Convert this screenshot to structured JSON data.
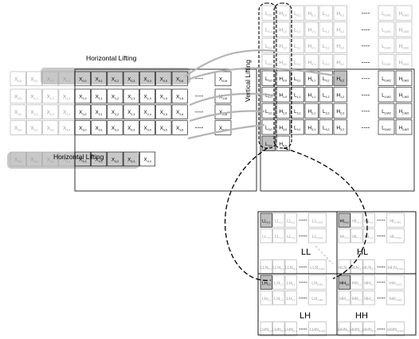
{
  "labels": {
    "horizontal_lifting_top": "Horizontal Lifting",
    "horizontal_lifting_bottom": "Horizontal Lifting",
    "vertical_lifting": "Vertical Lifting",
    "ll": "LL",
    "hl": "HL",
    "lh": "LH",
    "hh": "HH",
    "dashes": "----"
  },
  "input_grid": {
    "rows": [
      [
        "X0,0",
        "X0,1",
        "X0,2",
        "X0,3",
        "X0,0",
        "X0,1",
        "X0,2",
        "X0,3",
        "X0,4",
        "X0,5",
        "X0,6"
      ],
      [
        "X1,0",
        "X1,1",
        "X1,2",
        "X1,3",
        "X1,0",
        "X1,1",
        "X1,2",
        "X1,3",
        "X1,4",
        "X1,5",
        "X1,6"
      ],
      [
        "X2,0",
        "X2,1",
        "X2,2",
        "X2,3",
        "X2,0",
        "X2,1",
        "X2,2",
        "X2,3",
        "X2,4",
        "X2,5",
        "X2,6"
      ],
      [
        "X3,0",
        "X3,1",
        "X3,2",
        "X3,3",
        "X3,0",
        "X3,1",
        "X3,2",
        "X3,3",
        "X3,4",
        "X3,5",
        "X3,6"
      ],
      [
        "X4,0",
        "X4,1",
        "X4,2",
        "X4,3",
        "X4,0",
        "X4,1",
        "X4,2",
        "X4,3",
        "X4,4"
      ]
    ],
    "last_column": [
      "X0,M",
      "X1,M",
      "X2,M",
      "X3,M"
    ]
  },
  "lifted_grid": {
    "rows": [
      [
        "L0,0",
        "H0,0",
        "L0,1",
        "H0,1",
        "L0,2",
        "H0,2"
      ],
      [
        "L1,0",
        "H1,0",
        "L1,1",
        "H1,1",
        "L1,2",
        "H1,2"
      ],
      [
        "L2,0",
        "H2,0",
        "L2,1",
        "H2,1",
        "L2,2",
        "H2,2"
      ],
      [
        "L3,0",
        "H3,0",
        "L3,1",
        "H3,1",
        "L3,2",
        "H3,2"
      ],
      [
        "L0,0",
        "H0,0",
        "L0,1",
        "H0,1",
        "L0,2",
        "H0,2"
      ],
      [
        "L1,0",
        "H1,0",
        "L1,1",
        "H1,1",
        "L1,2",
        "H1,2"
      ],
      [
        "L2,0",
        "H2,0",
        "L2,1",
        "H2,1",
        "L2,2",
        "H2,2"
      ],
      [
        "L3,0",
        "H3,0",
        "L3,1",
        "H3,1",
        "L3,2",
        "H3,2"
      ],
      [
        "L4,0",
        "H4,0"
      ]
    ],
    "last_columns": [
      [
        "L0,M/2",
        "H0,M/2"
      ],
      [
        "L1,M/2",
        "H1,M/2"
      ],
      [
        "L2,M/2",
        "H2,M/2"
      ],
      [
        "L3,M/2",
        "H3,M/2"
      ],
      [
        "L0,M/2",
        "H0,M/2"
      ],
      [
        "L1,M/2",
        "H1,M/2"
      ],
      [
        "L2,M/2",
        "H2,M/2"
      ],
      [
        "L3,M/2",
        "H3,M/2"
      ]
    ]
  },
  "subband_grid": {
    "ll_first": [
      "LL0,0",
      "LL0,1",
      "LL0,2",
      "LL0,M/2"
    ],
    "ll_second": [
      "LL1,0",
      "LL1,1",
      "LL1,2",
      "LL1,M/2"
    ],
    "ll_last": [
      "LLN/2,0",
      "LLN/2,1",
      "LLN/2,2",
      "LLN/2,M/2"
    ],
    "hl_first": [
      "HL0,0",
      "HL0,1",
      "HL0,2",
      "HL0,M/2"
    ],
    "hl_second": [
      "HL1,0",
      "HL1,1",
      "HL1,2",
      "HL1,M/2"
    ],
    "hl_last": [
      "HLN/2,0",
      "HLN/2,1",
      "HLN/2,2",
      "HLN/2,M/2"
    ],
    "lh_first": [
      "LH0,0",
      "LH0,1",
      "LH0,2",
      "LH0,M/2"
    ],
    "lh_second": [
      "LH1,0",
      "LH1,1",
      "LH1,2",
      "LH1,M/2"
    ],
    "lh_last": [
      "LHN/2,0",
      "LHN/2,1",
      "LHN/2,2",
      "LHN/2,M/2"
    ],
    "hh_first": [
      "HH0,0",
      "HH0,1",
      "HH0,2",
      "HH0,M/2"
    ],
    "hh_second": [
      "HH1,0",
      "HH1,1",
      "HH1,2",
      "HH1,M/2"
    ],
    "hh_last": [
      "HHN/2,0",
      "HHN/2,1",
      "HHN/2,2",
      "HHN/2,M/2"
    ]
  },
  "colors": {
    "stroke": "#000000",
    "text": "#000000",
    "grey_text": "#9a9a9a",
    "grey_stroke": "#a8a8a8",
    "highlight": "#bfbfbf",
    "band": "#c8c8c8",
    "arrow": "#b4b4b4"
  }
}
